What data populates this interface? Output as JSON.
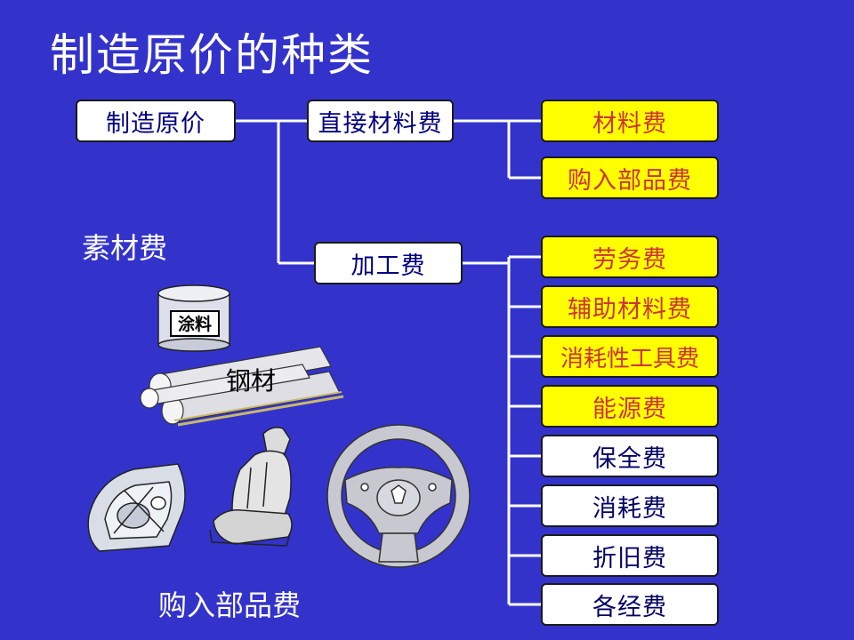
{
  "title": "制造原价的种类",
  "root": "制造原价",
  "branches": {
    "direct": "直接材料费",
    "processing": "加工费"
  },
  "direct_children": [
    "材料费",
    "购入部品费"
  ],
  "processing_children_highlighted": [
    "劳务费",
    "辅助材料费",
    "消耗性工具费",
    "能源费"
  ],
  "processing_children_plain": [
    "保全费",
    "消耗费",
    "折旧费",
    "各经费"
  ],
  "captions": {
    "raw_material": "素材费",
    "purchased_parts": "购入部品费"
  },
  "illustration_labels": {
    "paint": "涂料",
    "steel": "钢材"
  },
  "colors": {
    "background": "#3333cc",
    "highlight_fill": "#ffff00",
    "highlight_text": "#cc3333",
    "plain_text": "#000080"
  }
}
